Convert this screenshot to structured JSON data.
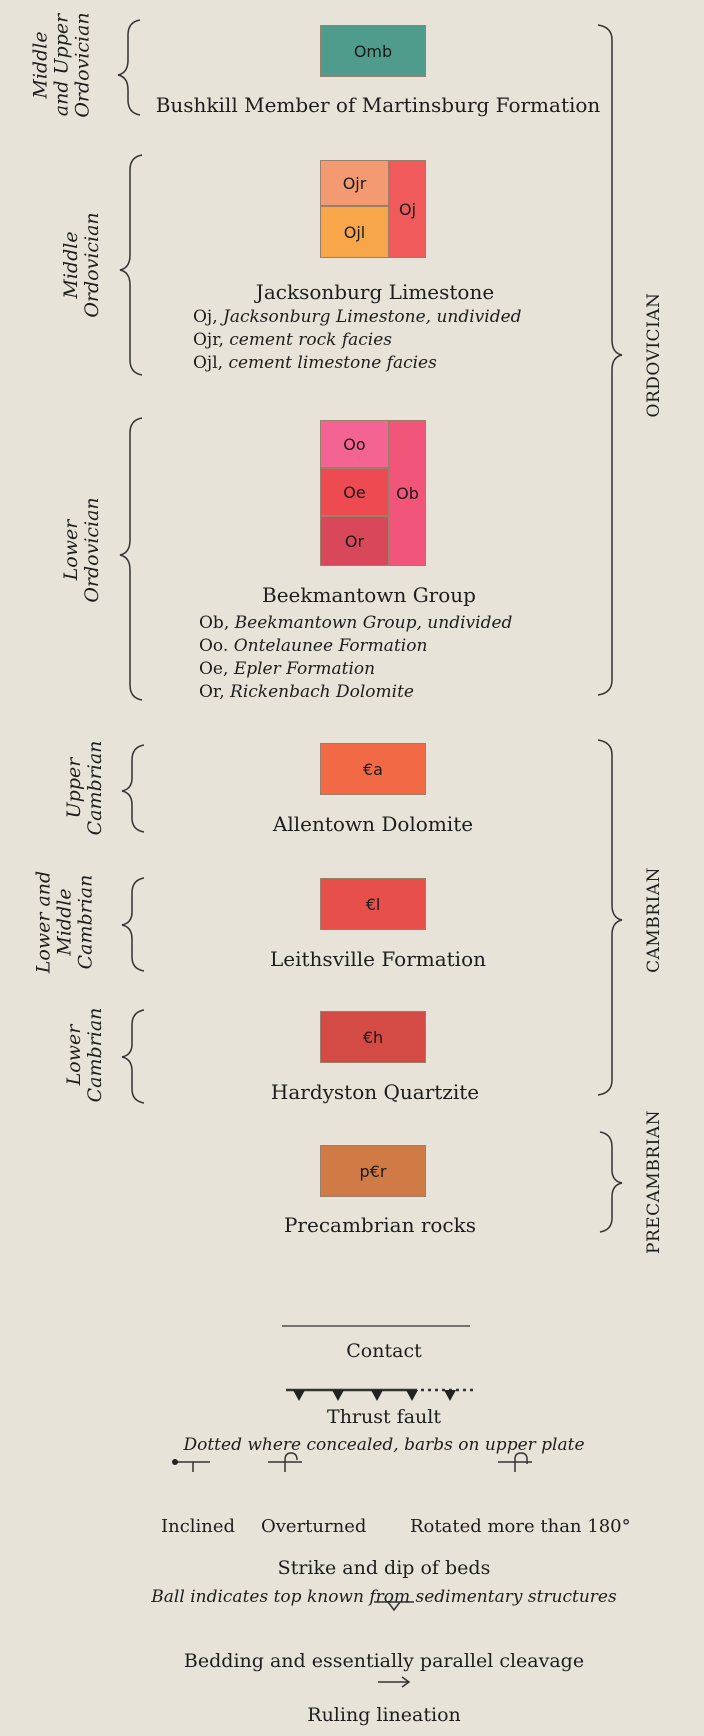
{
  "units": [
    {
      "symbol": "Omb",
      "name": "Bushkill Member of Martinsburg Formation",
      "color": "#4f9c8c"
    },
    {
      "symbol": "Ojr",
      "color": "#f49a72"
    },
    {
      "symbol": "Ojl",
      "color": "#f8a64a"
    },
    {
      "symbol": "Oj",
      "color": "#f05a5a"
    },
    {
      "symbol": "Oo",
      "color": "#f46492"
    },
    {
      "symbol": "Oe",
      "color": "#ee4a52"
    },
    {
      "symbol": "Or",
      "color": "#d8485a"
    },
    {
      "symbol": "Ob",
      "color": "#f2557a"
    },
    {
      "symbol": "€a",
      "name": "Allentown Dolomite",
      "color": "#f26a45"
    },
    {
      "symbol": "€l",
      "name": "Leithsville Formation",
      "color": "#e64f4a"
    },
    {
      "symbol": "€h",
      "name": "Hardyston Quartzite",
      "color": "#d44a45"
    },
    {
      "symbol": "p€r",
      "name": "Precambrian rocks",
      "color": "#d07b45"
    }
  ],
  "jacksonburg": {
    "name": "Jacksonburg Limestone",
    "lines": [
      {
        "code": "Oj,",
        "desc": "Jacksonburg Limestone, undivided"
      },
      {
        "code": "Ojr,",
        "desc": "cement rock facies"
      },
      {
        "code": "Ojl,",
        "desc": "cement limestone facies"
      }
    ]
  },
  "beekmantown": {
    "name": "Beekmantown Group",
    "lines": [
      {
        "code": "Ob,",
        "desc": "Beekmantown Group, undivided"
      },
      {
        "code": "Oo.",
        "desc": "Ontelaunee Formation"
      },
      {
        "code": "Oe,",
        "desc": "Epler Formation"
      },
      {
        "code": "Or,",
        "desc": "Rickenbach Dolomite"
      }
    ]
  },
  "ages": [
    {
      "line1": "Middle",
      "line2": "and Upper",
      "line3": "Ordovician"
    },
    {
      "line1": "Middle",
      "line2": "Ordovician"
    },
    {
      "line1": "Lower",
      "line2": "Ordovician"
    },
    {
      "line1": "Upper",
      "line2": "Cambrian"
    },
    {
      "line1": "Lower and",
      "line2": "Middle",
      "line3": "Cambrian"
    },
    {
      "line1": "Lower",
      "line2": "Cambrian"
    }
  ],
  "periods": {
    "ordovician": "ORDOVICIAN",
    "cambrian": "CAMBRIAN",
    "precambrian": "PRECAMBRIAN"
  },
  "legend": {
    "contact": "Contact",
    "thrust": "Thrust fault",
    "thrust_note": "Dotted where concealed, barbs on upper plate",
    "inclined": "Inclined",
    "overturned": "Overturned",
    "rotated": "Rotated more than 180°",
    "strike": "Strike and dip of beds",
    "strike_note": "Ball indicates top known from sedimentary structures",
    "bedding": "Bedding and essentially parallel cleavage",
    "ruling": "Ruling lineation"
  }
}
